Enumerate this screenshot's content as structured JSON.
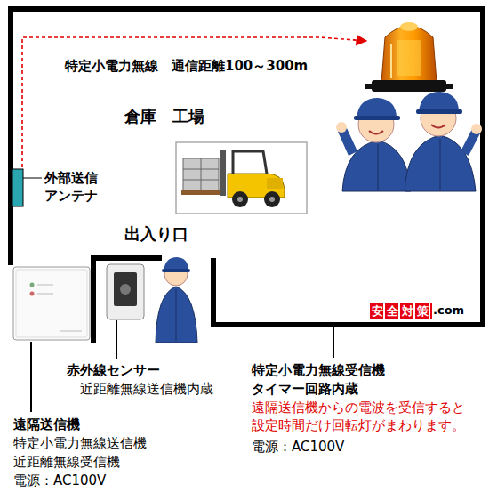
{
  "diagram": {
    "labels": [
      "特定小電力無線　通信距離100～300m",
      "倉庫　工場",
      "外部送信 アンテナ",
      "出入り口",
      "安全対策",
      ".com",
      "赤外線センサー",
      "近距離無線送信機内蔵",
      "特定小電力無線受信機",
      "タイマー回路内蔵",
      "遠隔送信機からの電波を受信すると 設定時間だけ回転灯がまわります。",
      "電源：AC100V",
      "遠隔送信機",
      "特定小電力無線送信機",
      "近距離無線受信機",
      "電源：AC100V"
    ]
  }
}
